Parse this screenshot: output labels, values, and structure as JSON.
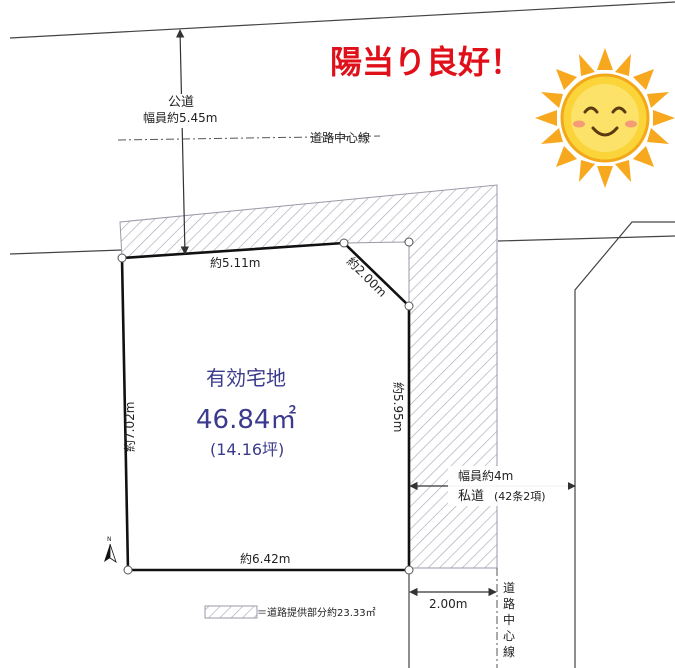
{
  "headline": "陽当り良好！",
  "public_road": {
    "name": "公道",
    "width": "幅員約5.45m",
    "center_line": "道路中心線"
  },
  "lot": {
    "title": "有効宅地",
    "area": "46.84㎡",
    "tsubo": "(14.16坪)",
    "dims": {
      "top": "約5.11m",
      "corner": "約2.00m",
      "right": "約5.95m",
      "left": "約7.02m",
      "bottom": "約6.42m"
    }
  },
  "private_road": {
    "width": "幅員約4m",
    "name": "私道",
    "article": "(42条2項)",
    "setback": "2.00m",
    "center_line_vertical": [
      "道",
      "路",
      "中",
      "心",
      "線"
    ]
  },
  "compass": {
    "label": "N"
  },
  "legend": {
    "text": "＝道路提供部分約23.33㎡"
  },
  "colors": {
    "headline": "#e0101a",
    "lot_text": "#3b3a8c",
    "hatch": "#a9a9b8",
    "sun": "#f7c81e"
  }
}
